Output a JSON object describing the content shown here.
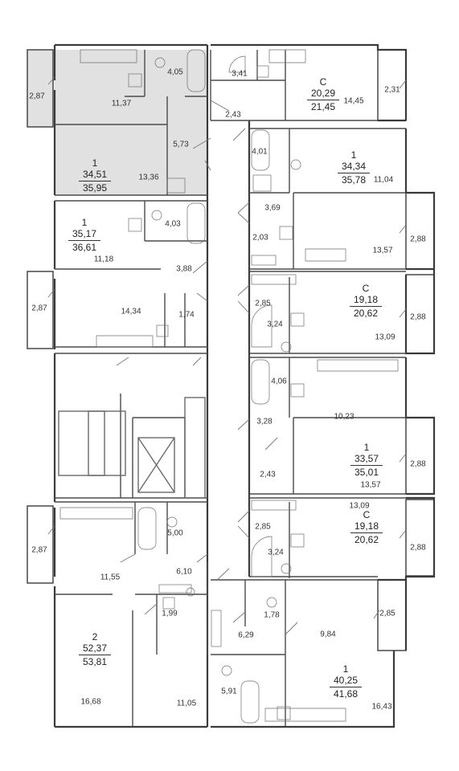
{
  "apartments": [
    {
      "id": "a1",
      "type": "1",
      "living": "34,51",
      "total": "35,95",
      "highlighted": true
    },
    {
      "id": "a2",
      "type": "С",
      "living": "20,29",
      "total": "21,45"
    },
    {
      "id": "a3",
      "type": "1",
      "living": "34,34",
      "total": "35,78"
    },
    {
      "id": "a4",
      "type": "1",
      "living": "35,17",
      "total": "36,61"
    },
    {
      "id": "a5",
      "type": "С",
      "living": "19,18",
      "total": "20,62"
    },
    {
      "id": "a6",
      "type": "1",
      "living": "33,57",
      "total": "35,01"
    },
    {
      "id": "a7",
      "type": "С",
      "living": "19,18",
      "total": "20,62"
    },
    {
      "id": "a8",
      "type": "2",
      "living": "52,37",
      "total": "53,81"
    },
    {
      "id": "a9",
      "type": "1",
      "living": "40,25",
      "total": "41,68"
    }
  ],
  "room_areas": [
    "2,87",
    "4,05",
    "11,37",
    "5,73",
    "13,36",
    "3,41",
    "2,43",
    "14,45",
    "2,31",
    "4,01",
    "11,04",
    "3,69",
    "2,03",
    "13,57",
    "2,88",
    "4,03",
    "11,18",
    "3,88",
    "2,87",
    "14,34",
    "1,74",
    "2,85",
    "3,24",
    "13,09",
    "2,88",
    "4,06",
    "10,23",
    "3,28",
    "2,43",
    "13,57",
    "2,88",
    "13,09",
    "2,85",
    "3,24",
    "2,88",
    "5,00",
    "2,87",
    "11,55",
    "6,10",
    "1,99",
    "1,78",
    "6,29",
    "2,85",
    "9,84",
    "5,91",
    "16,68",
    "11,05",
    "16,43"
  ],
  "colors": {
    "wall": "#3a3a3a",
    "highlight": "#e1e1e1",
    "line": "#8a8a8a"
  }
}
